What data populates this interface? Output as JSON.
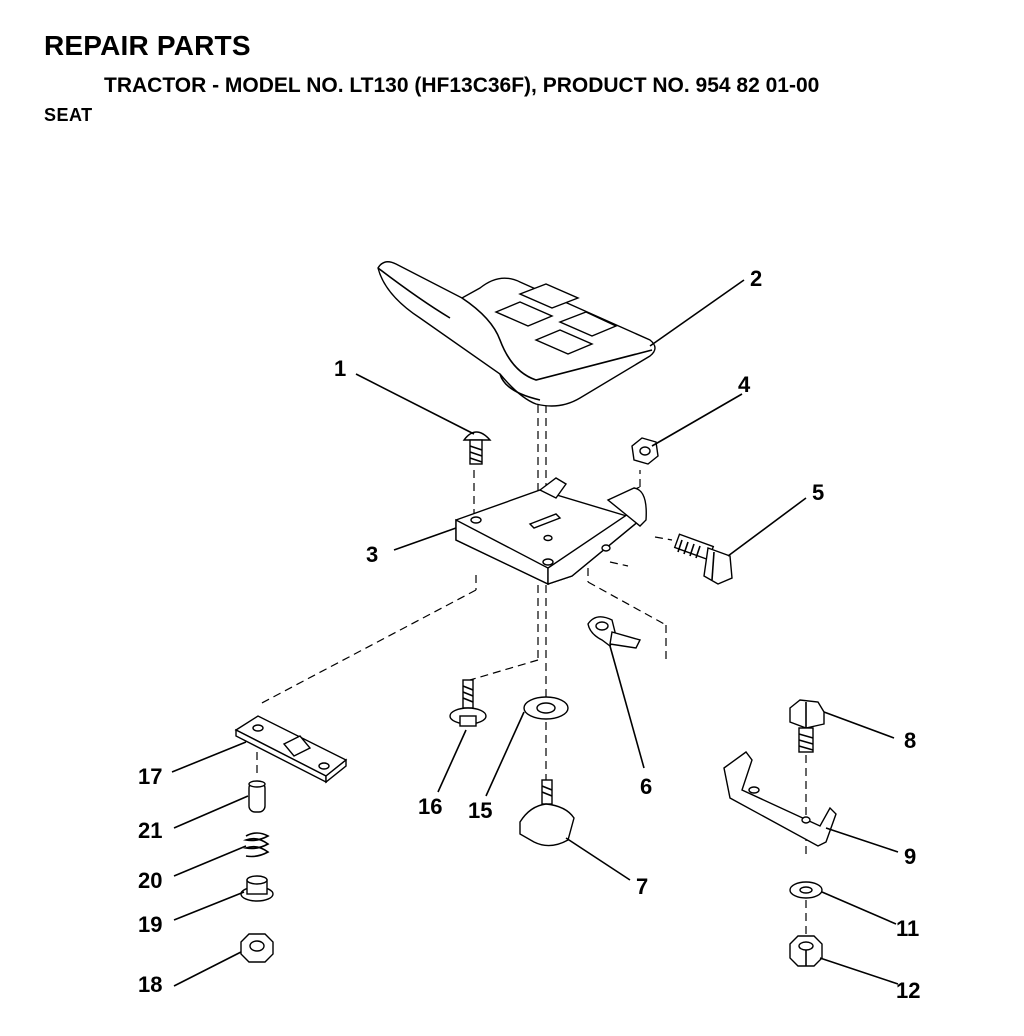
{
  "header": {
    "title": "REPAIR PARTS",
    "subtitle": "TRACTOR - MODEL NO. LT130 (HF13C36F), PRODUCT NO. 954 82 01-00",
    "section": "SEAT"
  },
  "callouts": {
    "c1": "1",
    "c2": "2",
    "c3": "3",
    "c4": "4",
    "c5": "5",
    "c6": "6",
    "c7": "7",
    "c8": "8",
    "c9": "9",
    "c11": "11",
    "c12": "12",
    "c15": "15",
    "c16": "16",
    "c17": "17",
    "c18": "18",
    "c19": "19",
    "c20": "20",
    "c21": "21"
  }
}
